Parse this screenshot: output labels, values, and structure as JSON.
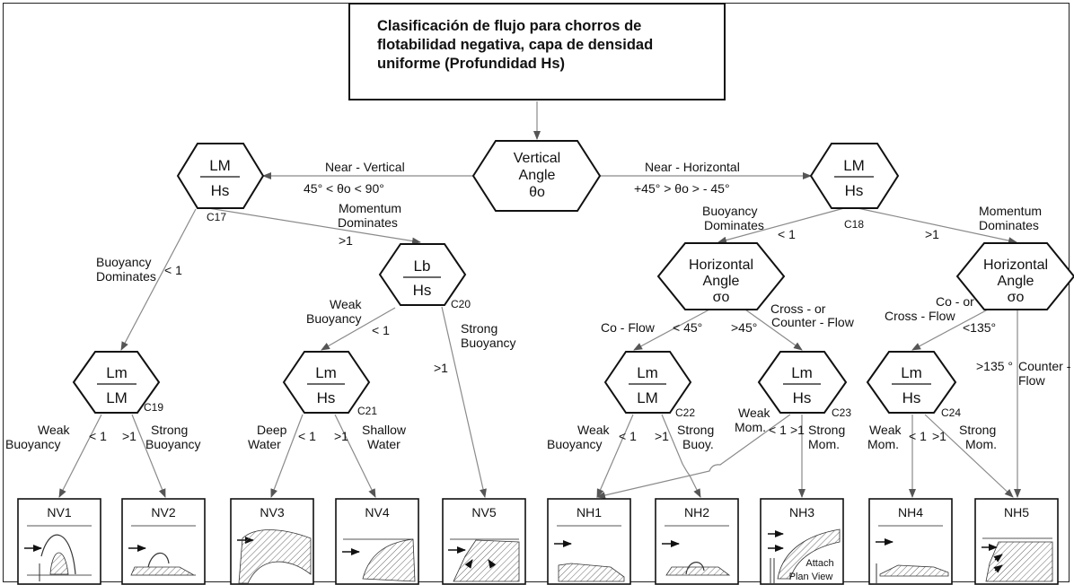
{
  "title": "Clasificación de flujo para chorros de\nflotabilidad negativa, capa de densidad\nuniforme (Profundidad Hs)",
  "nodes": {
    "root": {
      "line1": "Vertical",
      "line2": "Angle",
      "line3": "θo"
    },
    "left_ratio": {
      "num": "LM",
      "den": "Hs",
      "c": "C17"
    },
    "right_ratio": {
      "num": "LM",
      "den": "Hs",
      "c": "C18"
    },
    "lb_ratio": {
      "num": "Lb",
      "den": "Hs",
      "c": "C20"
    },
    "lm_LM_left": {
      "num": "Lm",
      "den": "LM",
      "c": "C19"
    },
    "lm_hs_c21": {
      "num": "Lm",
      "den": "Hs",
      "c": "C21"
    },
    "horiz_angle_left": {
      "line1": "Horizontal",
      "line2": "Angle",
      "line3": "σo"
    },
    "horiz_angle_right": {
      "line1": "Horizontal",
      "line2": "Angle",
      "line3": "σo"
    },
    "lm_LM_c22": {
      "num": "Lm",
      "den": "LM",
      "c": "C22"
    },
    "lm_hs_c23": {
      "num": "Lm",
      "den": "Hs",
      "c": "C23"
    },
    "lm_hs_c24": {
      "num": "Lm",
      "den": "Hs",
      "c": "C24"
    }
  },
  "edge_labels": {
    "near_vertical": "Near - Vertical",
    "near_vertical_range": "45° < θo < 90°",
    "near_horizontal": "Near - Horizontal",
    "near_horizontal_range": "+45° > θo > - 45°",
    "momentum_dominates": [
      "Momentum",
      "Dominates"
    ],
    "buoyancy_dominates": [
      "Buoyancy",
      "Dominates"
    ],
    "weak_buoyancy": [
      "Weak",
      "Buoyancy"
    ],
    "strong_buoyancy": [
      "Strong",
      "Buoyancy"
    ],
    "deep_water": [
      "Deep",
      "Water"
    ],
    "shallow_water": [
      "Shallow",
      "Water"
    ],
    "co_flow": "Co - Flow",
    "cross_counter_flow": [
      "Cross - or",
      "Counter - Flow"
    ],
    "co_cross_flow": [
      "Co - or",
      "Cross - Flow"
    ],
    "counter_flow": [
      "Counter -",
      "Flow"
    ],
    "strong_buoy_short": [
      "Strong",
      "Buoy."
    ],
    "weak_mom": [
      "Weak",
      "Mom."
    ],
    "strong_mom": [
      "Strong",
      "Mom."
    ],
    "lt1": "< 1",
    "gt1": ">1",
    "lt45": "< 45°",
    "gt45": ">45°",
    "lt135": "<135°",
    "gt135": ">135 °"
  },
  "outcomes": [
    "NV1",
    "NV2",
    "NV3",
    "NV4",
    "NV5",
    "NH1",
    "NH2",
    "NH3",
    "NH4",
    "NH5"
  ],
  "nh3_notes": {
    "attach": "Attach",
    "plan": "Plan View"
  }
}
